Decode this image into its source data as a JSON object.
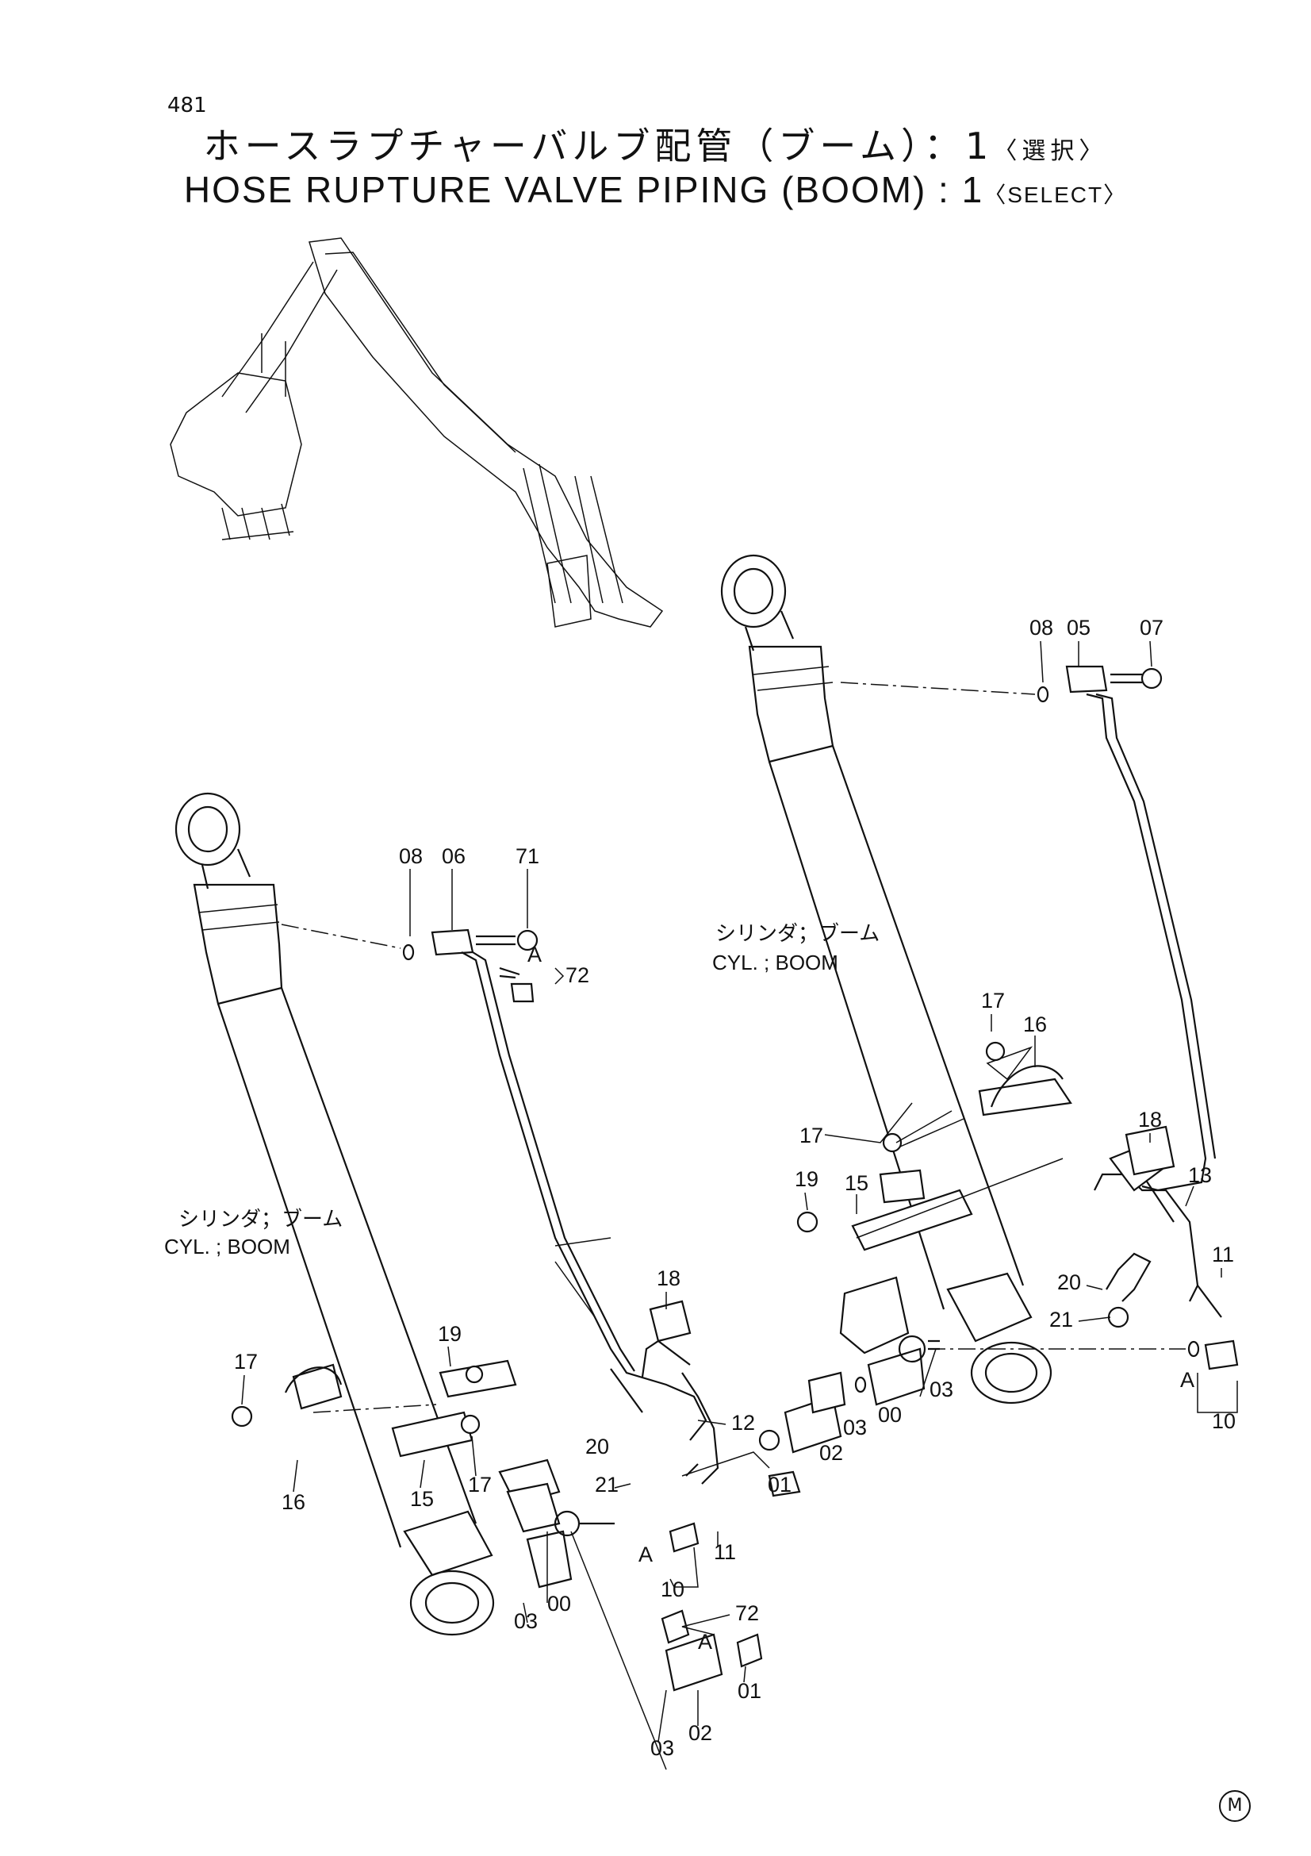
{
  "page_number": "481",
  "title": {
    "jp_main": "ホースラプチャーバルブ配管（ブーム）：1",
    "jp_note": "〈選択〉",
    "en_main": "HOSE RUPTURE VALVE PIPING (BOOM) : 1",
    "en_note": "〈SELECT〉"
  },
  "cylinder_labels": {
    "left": {
      "jp": "シリンダ；ブーム",
      "en": "CYL. ; BOOM"
    },
    "right": {
      "jp": "シリンダ；ブーム",
      "en": "CYL. ; BOOM"
    }
  },
  "ref_mark": "M",
  "part_labels": {
    "r08": "08",
    "r05": "05",
    "r07": "07",
    "r17a": "17",
    "r16": "16",
    "r17b": "17",
    "r18": "18",
    "r19": "19",
    "r15": "15",
    "r13": "13",
    "r11": "11",
    "r20": "20",
    "r21": "21",
    "r03": "03",
    "r00": "00",
    "r10": "10",
    "rA": "A",
    "l08": "08",
    "l06": "06",
    "l71": "71",
    "lA1": "A",
    "l72a": "72",
    "l18": "18",
    "l19": "19",
    "l17a": "17",
    "l16": "16",
    "l15": "15",
    "l17b": "17",
    "l12": "12",
    "l20": "20",
    "l21": "21",
    "l02a": "02",
    "l03a": "03",
    "l00a": "00",
    "l01a": "01",
    "lA2": "A",
    "l10": "10",
    "l11": "11",
    "l03b": "03",
    "l00b": "00",
    "l72b": "72",
    "lA3": "A",
    "l01b": "01",
    "l03c": "03",
    "l02b": "02"
  }
}
